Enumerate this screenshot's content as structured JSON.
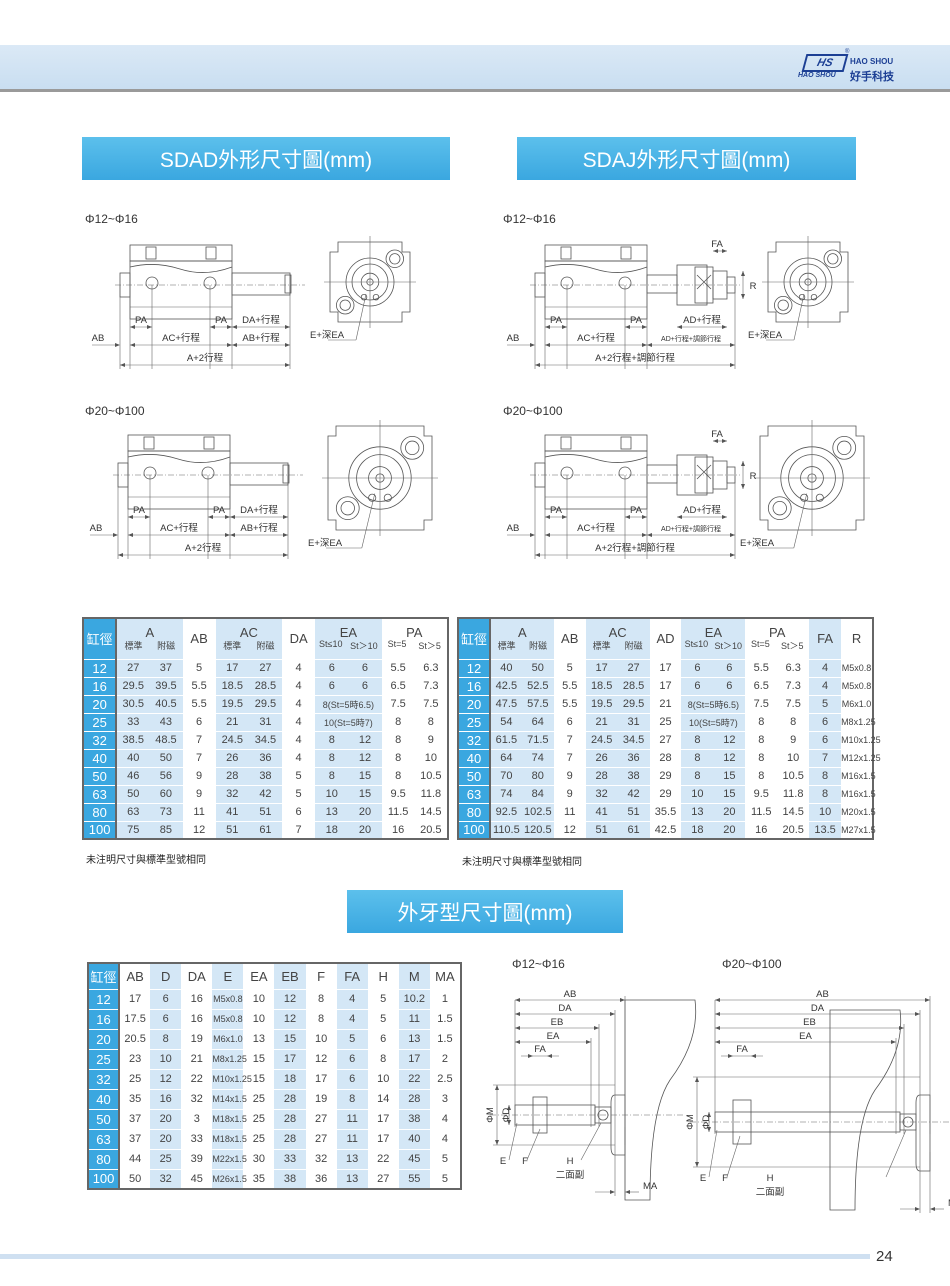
{
  "header": {
    "logo_mark": "HS",
    "logo_sub": "HAO SHOU",
    "logo_en": "HAO SHOU",
    "logo_cn": "好手科技",
    "logo_reg": "®"
  },
  "sections": {
    "sdad_title": "SDAD外形尺寸圖(mm)",
    "sdaj_title": "SDAJ外形尺寸圖(mm)",
    "male_title": "外牙型尺寸圖(mm)"
  },
  "diagrams": {
    "range_small": "Φ12~Φ16",
    "range_large": "Φ20~Φ100",
    "sdad": {
      "pa": "PA",
      "da": "DA+行程",
      "ab": "AB",
      "ac": "AC+行程",
      "abs": "AB+行程",
      "a": "A+2行程",
      "e": "E+深EA"
    },
    "sdaj": {
      "fa": "FA",
      "r": "R",
      "pa": "PA",
      "ad": "AD+行程",
      "ab": "AB",
      "ac": "AC+行程",
      "adj": "AD+行程+調節行程",
      "a": "A+2行程+調節行程",
      "e": "E+深EA"
    },
    "male": {
      "ab": "AB",
      "da": "DA",
      "eb": "EB",
      "ea": "EA",
      "fa": "FA",
      "m": "ΦM",
      "d": "ΦD",
      "e": "E",
      "f": "F",
      "h": "H",
      "flats": "二面副",
      "ma": "MA"
    }
  },
  "tables": [
    {
      "name": "sdad-table",
      "headers": [
        {
          "label": "缸徑",
          "sub": []
        },
        {
          "label": "A",
          "sub": [
            "標準",
            "附磁"
          ],
          "shade": "blue"
        },
        {
          "label": "AB",
          "sub": [],
          "shade": "white"
        },
        {
          "label": "AC",
          "sub": [
            "標準",
            "附磁"
          ],
          "shade": "blue"
        },
        {
          "label": "DA",
          "sub": [],
          "shade": "white"
        },
        {
          "label": "EA",
          "sub": [
            "St≤10",
            "St＞10"
          ],
          "shade": "blue"
        },
        {
          "label": "PA",
          "sub": [
            "St=5",
            "St＞5"
          ],
          "shade": "white"
        }
      ],
      "rows": [
        [
          "12",
          "27",
          "37",
          "5",
          "17",
          "27",
          "4",
          "6",
          "6",
          "5.5",
          "6.3"
        ],
        [
          "16",
          "29.5",
          "39.5",
          "5.5",
          "18.5",
          "28.5",
          "4",
          "6",
          "6",
          "6.5",
          "7.3"
        ],
        [
          "20",
          "30.5",
          "40.5",
          "5.5",
          "19.5",
          "29.5",
          "4",
          {
            "t": "8(St=5時6.5)",
            "span": 2
          },
          "7.5",
          "7.5"
        ],
        [
          "25",
          "33",
          "43",
          "6",
          "21",
          "31",
          "4",
          {
            "t": "10(St=5時7)",
            "span": 2
          },
          "8",
          "8"
        ],
        [
          "32",
          "38.5",
          "48.5",
          "7",
          "24.5",
          "34.5",
          "4",
          "8",
          "12",
          "8",
          "9"
        ],
        [
          "40",
          "40",
          "50",
          "7",
          "26",
          "36",
          "4",
          "8",
          "12",
          "8",
          "10"
        ],
        [
          "50",
          "46",
          "56",
          "9",
          "28",
          "38",
          "5",
          "8",
          "15",
          "8",
          "10.5"
        ],
        [
          "63",
          "50",
          "60",
          "9",
          "32",
          "42",
          "5",
          "10",
          "15",
          "9.5",
          "11.8"
        ],
        [
          "80",
          "63",
          "73",
          "11",
          "41",
          "51",
          "6",
          "13",
          "20",
          "11.5",
          "14.5"
        ],
        [
          "100",
          "75",
          "85",
          "12",
          "51",
          "61",
          "7",
          "18",
          "20",
          "16",
          "20.5"
        ]
      ]
    },
    {
      "name": "sdaj-table",
      "headers": [
        {
          "label": "缸徑",
          "sub": []
        },
        {
          "label": "A",
          "sub": [
            "標準",
            "附磁"
          ],
          "shade": "blue"
        },
        {
          "label": "AB",
          "sub": [],
          "shade": "white"
        },
        {
          "label": "AC",
          "sub": [
            "標準",
            "附磁"
          ],
          "shade": "blue"
        },
        {
          "label": "AD",
          "sub": [],
          "shade": "white"
        },
        {
          "label": "EA",
          "sub": [
            "St≤10",
            "St＞10"
          ],
          "shade": "blue"
        },
        {
          "label": "PA",
          "sub": [
            "St=5",
            "St＞5"
          ],
          "shade": "white"
        },
        {
          "label": "FA",
          "sub": [],
          "shade": "blue"
        },
        {
          "label": "R",
          "sub": [],
          "shade": "white"
        }
      ],
      "rows": [
        [
          "12",
          "40",
          "50",
          "5",
          "17",
          "27",
          "17",
          "6",
          "6",
          "5.5",
          "6.3",
          "4",
          "M5x0.8"
        ],
        [
          "16",
          "42.5",
          "52.5",
          "5.5",
          "18.5",
          "28.5",
          "17",
          "6",
          "6",
          "6.5",
          "7.3",
          "4",
          "M5x0.8"
        ],
        [
          "20",
          "47.5",
          "57.5",
          "5.5",
          "19.5",
          "29.5",
          "21",
          {
            "t": "8(St=5時6.5)",
            "span": 2
          },
          "7.5",
          "7.5",
          "5",
          "M6x1.0"
        ],
        [
          "25",
          "54",
          "64",
          "6",
          "21",
          "31",
          "25",
          {
            "t": "10(St=5時7)",
            "span": 2
          },
          "8",
          "8",
          "6",
          "M8x1.25"
        ],
        [
          "32",
          "61.5",
          "71.5",
          "7",
          "24.5",
          "34.5",
          "27",
          "8",
          "12",
          "8",
          "9",
          "6",
          "M10x1.25"
        ],
        [
          "40",
          "64",
          "74",
          "7",
          "26",
          "36",
          "28",
          "8",
          "12",
          "8",
          "10",
          "7",
          "M12x1.25"
        ],
        [
          "50",
          "70",
          "80",
          "9",
          "28",
          "38",
          "29",
          "8",
          "15",
          "8",
          "10.5",
          "8",
          "M16x1.5"
        ],
        [
          "63",
          "74",
          "84",
          "9",
          "32",
          "42",
          "29",
          "10",
          "15",
          "9.5",
          "11.8",
          "8",
          "M16x1.5"
        ],
        [
          "80",
          "92.5",
          "102.5",
          "11",
          "41",
          "51",
          "35.5",
          "13",
          "20",
          "11.5",
          "14.5",
          "10",
          "M20x1.5"
        ],
        [
          "100",
          "110.5",
          "120.5",
          "12",
          "51",
          "61",
          "42.5",
          "18",
          "20",
          "16",
          "20.5",
          "13.5",
          "M27x1.5"
        ]
      ]
    },
    {
      "name": "male-thread-table",
      "headers": [
        {
          "label": "缸徑",
          "sub": []
        },
        {
          "label": "AB",
          "sub": [],
          "shade": "white"
        },
        {
          "label": "D",
          "sub": [],
          "shade": "blue"
        },
        {
          "label": "DA",
          "sub": [],
          "shade": "white"
        },
        {
          "label": "E",
          "sub": [],
          "shade": "blue"
        },
        {
          "label": "EA",
          "sub": [],
          "shade": "white"
        },
        {
          "label": "EB",
          "sub": [],
          "shade": "blue"
        },
        {
          "label": "F",
          "sub": [],
          "shade": "white"
        },
        {
          "label": "FA",
          "sub": [],
          "shade": "blue"
        },
        {
          "label": "H",
          "sub": [],
          "shade": "white"
        },
        {
          "label": "M",
          "sub": [],
          "shade": "blue"
        },
        {
          "label": "MA",
          "sub": [],
          "shade": "white"
        }
      ],
      "rows": [
        [
          "12",
          "17",
          "6",
          "16",
          "M5x0.8",
          "10",
          "12",
          "8",
          "4",
          "5",
          "10.2",
          "1"
        ],
        [
          "16",
          "17.5",
          "6",
          "16",
          "M5x0.8",
          "10",
          "12",
          "8",
          "4",
          "5",
          "11",
          "1.5"
        ],
        [
          "20",
          "20.5",
          "8",
          "19",
          "M6x1.0",
          "13",
          "15",
          "10",
          "5",
          "6",
          "13",
          "1.5"
        ],
        [
          "25",
          "23",
          "10",
          "21",
          "M8x1.25",
          "15",
          "17",
          "12",
          "6",
          "8",
          "17",
          "2"
        ],
        [
          "32",
          "25",
          "12",
          "22",
          "M10x1.25",
          "15",
          "18",
          "17",
          "6",
          "10",
          "22",
          "2.5"
        ],
        [
          "40",
          "35",
          "16",
          "32",
          "M14x1.5",
          "25",
          "28",
          "19",
          "8",
          "14",
          "28",
          "3"
        ],
        [
          "50",
          "37",
          "20",
          "3",
          "M18x1.5",
          "25",
          "28",
          "27",
          "11",
          "17",
          "38",
          "4"
        ],
        [
          "63",
          "37",
          "20",
          "33",
          "M18x1.5",
          "25",
          "28",
          "27",
          "11",
          "17",
          "40",
          "4"
        ],
        [
          "80",
          "44",
          "25",
          "39",
          "M22x1.5",
          "30",
          "33",
          "32",
          "13",
          "22",
          "45",
          "5"
        ],
        [
          "100",
          "50",
          "32",
          "45",
          "M26x1.5",
          "35",
          "38",
          "36",
          "13",
          "27",
          "55",
          "5"
        ]
      ]
    }
  ],
  "notes": {
    "sdad": "未注明尺寸與標準型號相同",
    "sdaj": "未注明尺寸與標準型號相同"
  },
  "footer": {
    "page": "24"
  },
  "colors": {
    "banner": "#3aa7e0",
    "band": "#cfe3f3",
    "cell_blue": "#d4e7f6",
    "logo": "#1c3f94"
  }
}
